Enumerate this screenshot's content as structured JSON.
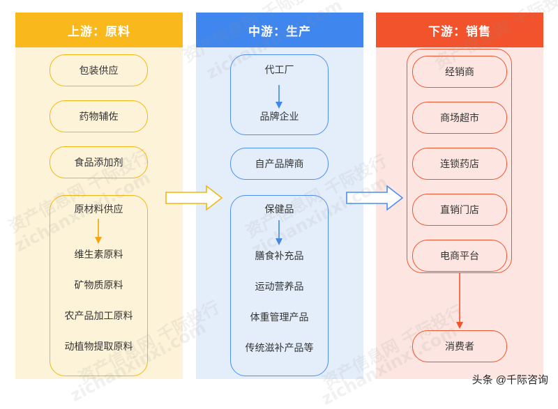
{
  "upstream": {
    "title": "上游：原料",
    "items": [
      "包装供应",
      "药物辅佐",
      "食品添加剂"
    ],
    "group_head": "原材料供应",
    "group_items": [
      "维生素原料",
      "矿物质原料",
      "农产品加工原料",
      "动植物提取原料"
    ]
  },
  "midstream": {
    "title": "中游：生产",
    "group1": [
      "代工厂",
      "品牌企业"
    ],
    "single": "自产品牌商",
    "group2_head": "保健品",
    "group2_items": [
      "膳食补充品",
      "运动营养品",
      "体重管理产品",
      "传统滋补产品等"
    ]
  },
  "downstream": {
    "title": "下游：销售",
    "channels": [
      "经销商",
      "商场超市",
      "连锁药店",
      "直销门店",
      "电商平台"
    ],
    "consumer": "消费者"
  },
  "watermark": {
    "cn": "资产信息网 千际投行",
    "en": "zichanxinxi.com"
  },
  "credit": "头条 @千际咨询",
  "colors": {
    "upstream": "#f9b81b",
    "midstream": "#3f86ee",
    "downstream": "#f2522c"
  }
}
